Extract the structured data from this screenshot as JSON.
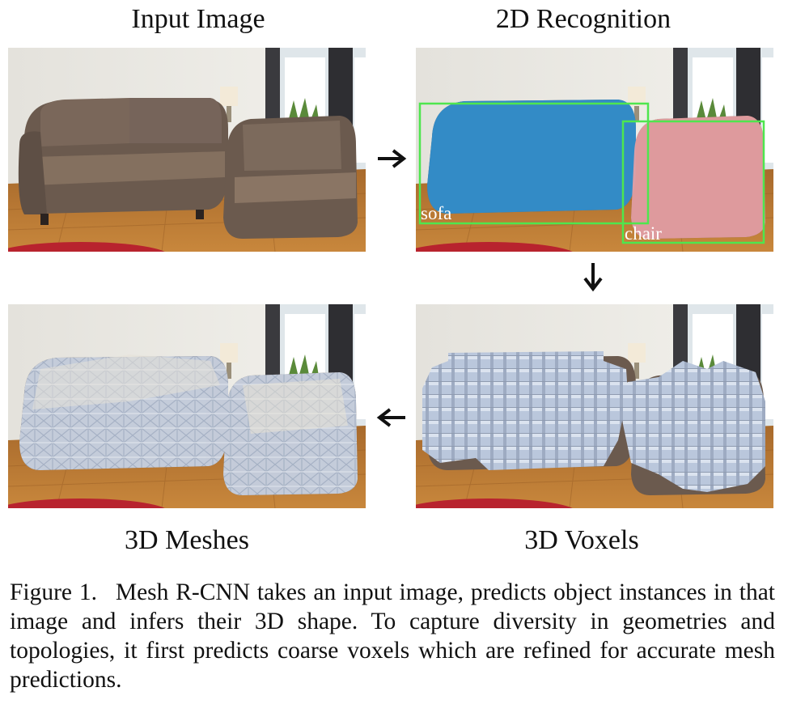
{
  "titles": {
    "input": "Input Image",
    "recognition": "2D Recognition",
    "meshes": "3D Meshes",
    "voxels": "3D Voxels"
  },
  "detections": {
    "sofa": "sofa",
    "chair": "chair"
  },
  "caption": {
    "figure": "Figure 1.",
    "text": "Mesh R-CNN takes an input image, predicts object instances in that image and infers their 3D shape. To capture diversity in geometries and topologies, it first predicts coarse voxels which are refined for accurate mesh predictions."
  },
  "colors": {
    "sofa_mask": "#2f8fd0",
    "chair_mask": "#e8a0a4",
    "box": "#4ee64e",
    "voxel": "#b9c6dc",
    "mesh": "#c8d2e2"
  }
}
